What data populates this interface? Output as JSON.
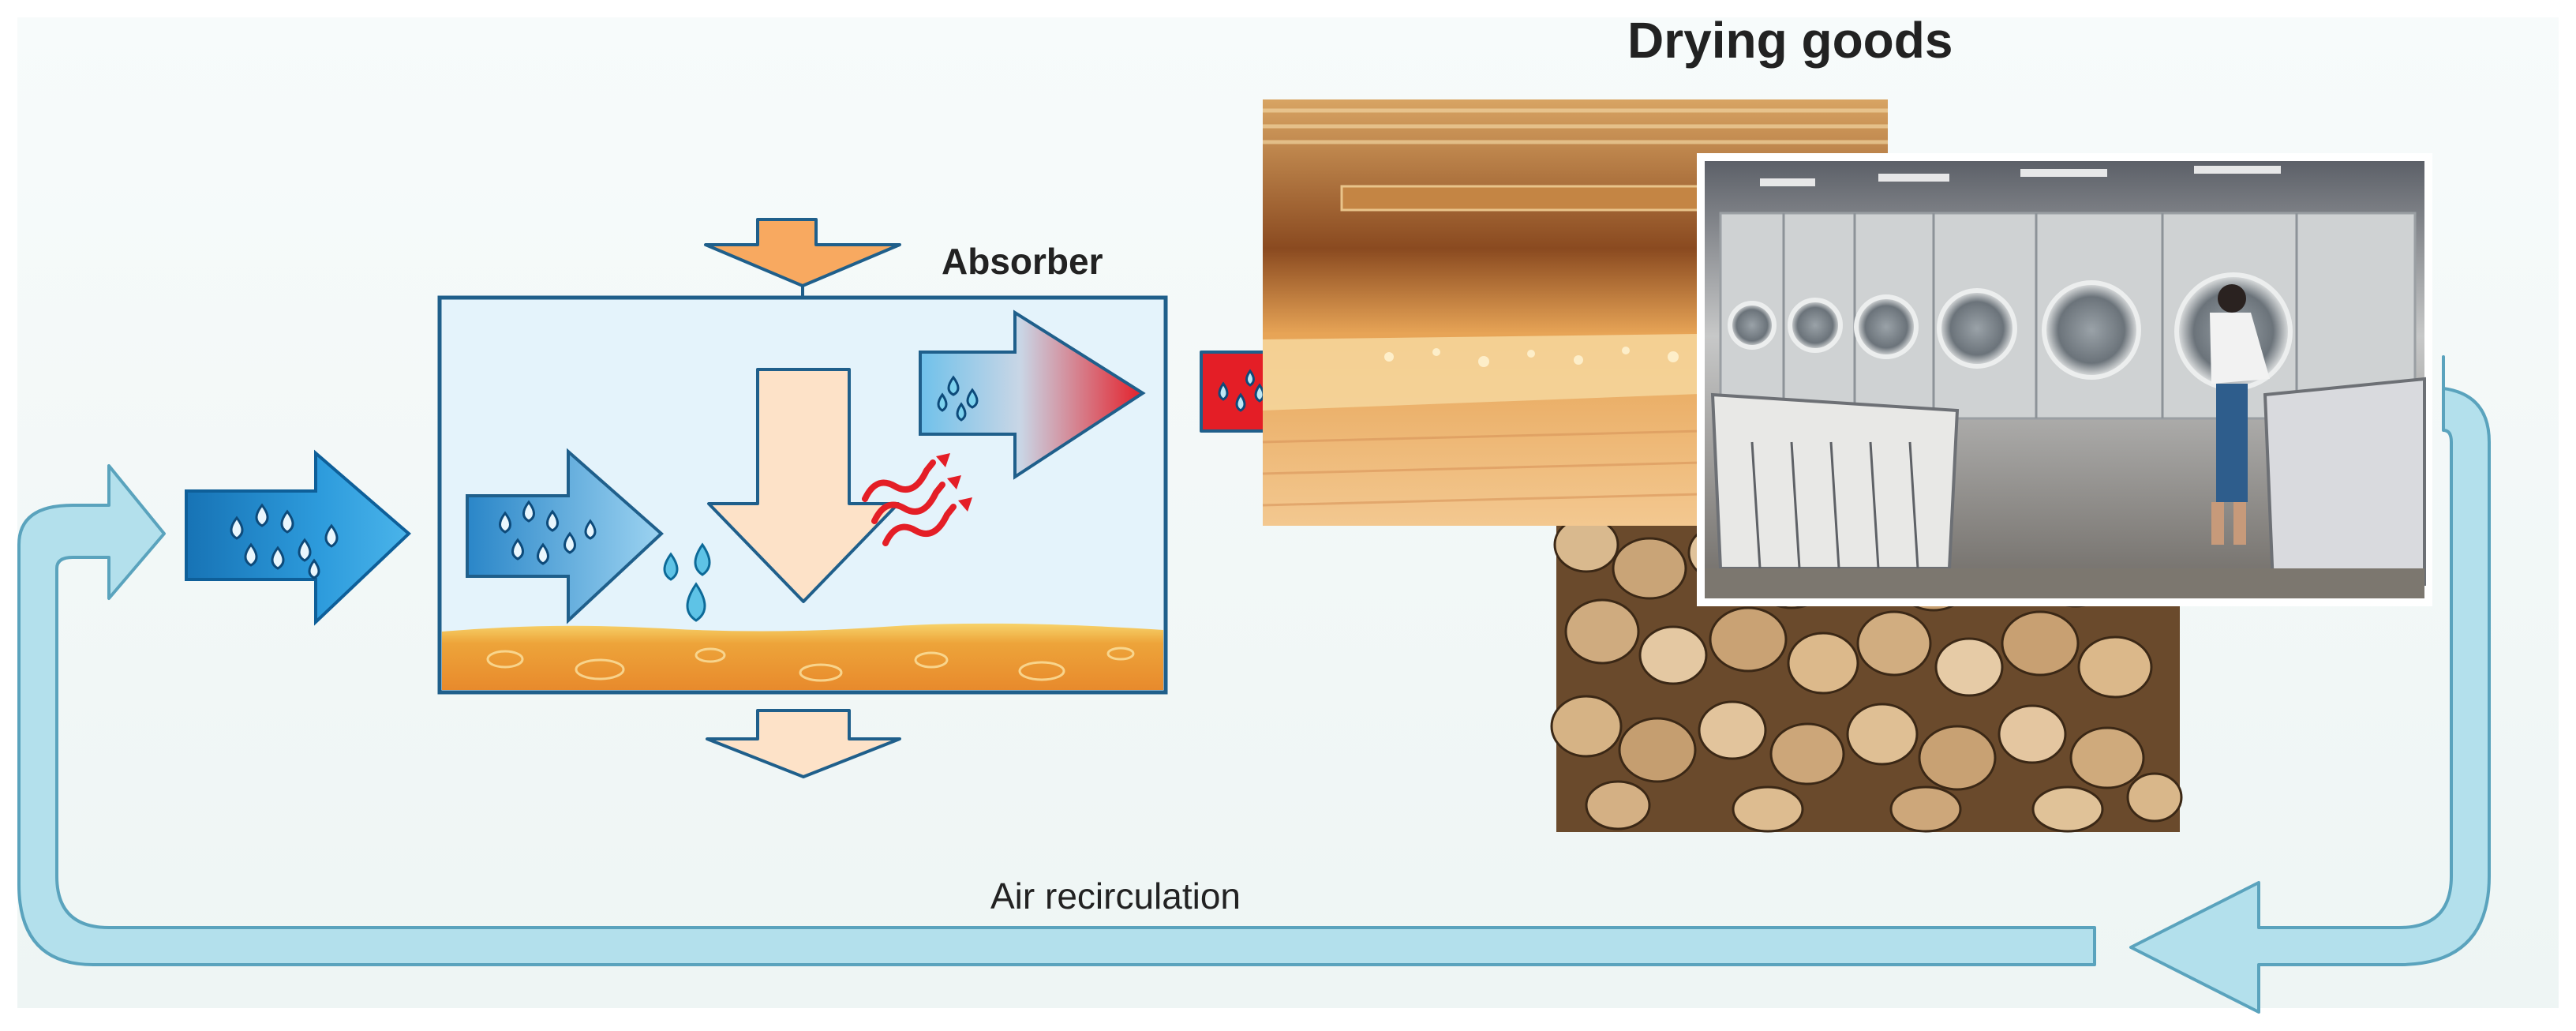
{
  "diagram": {
    "title": "Drying goods",
    "absorber_label": "Absorber",
    "recirculation_label": "Air recirculation",
    "photos": [
      "drying-tunnel-photo",
      "laundry-dryers-photo",
      "firewood-pile-photo"
    ],
    "icons": [
      "water-drops-icon",
      "heat-waves-icon"
    ],
    "colors": {
      "recirculation_loop": "#b3e0ec",
      "humid_air": "#1f8fd0",
      "hot_dry_air": "#e41e26",
      "heat_flow": "#f8a960",
      "heat_flow_light": "#fde2c8",
      "absorber_fill": "#e4f3fb",
      "absorber_border": "#1f5f8b",
      "desiccant": "#e9a13c"
    }
  }
}
